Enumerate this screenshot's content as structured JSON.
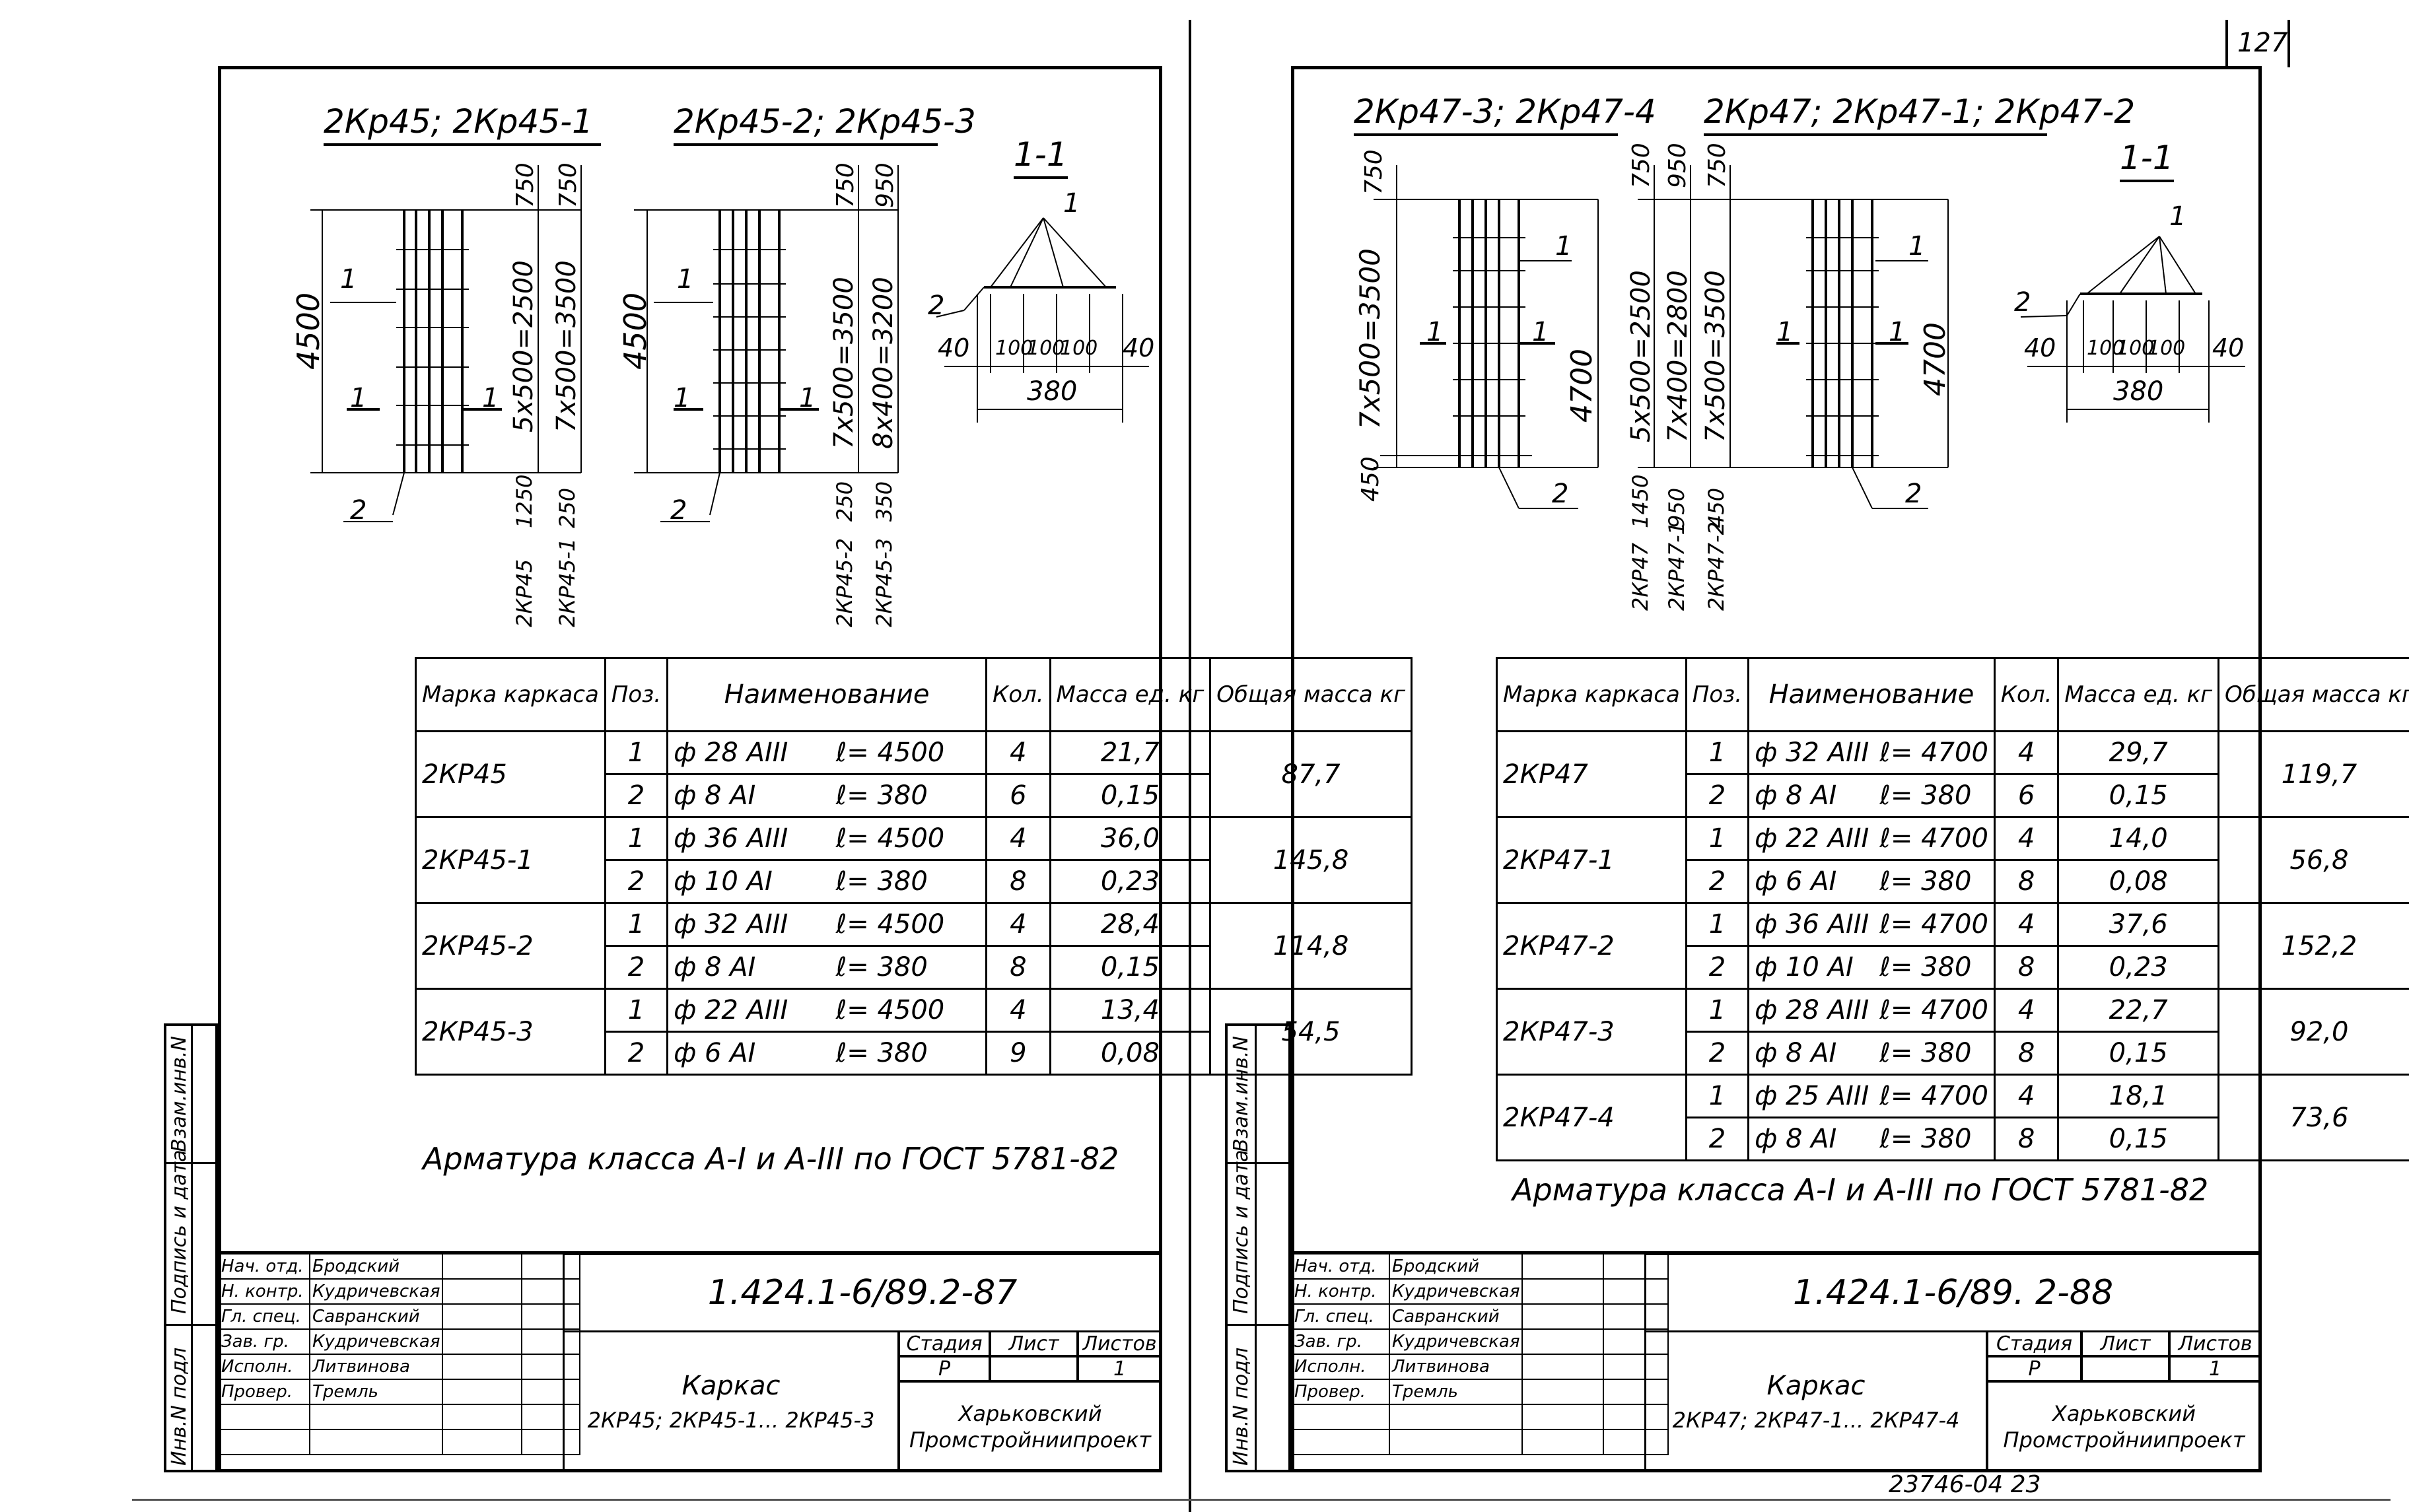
{
  "page_number": "127",
  "footer_code": "23746-04 23",
  "side_strip": {
    "inv_podl": "Инв.N подл",
    "podpis_data": "Подпись и дата",
    "vzam_inv": "Взам.инв.N"
  },
  "left": {
    "title_a": "2Кр45; 2Кр45-1",
    "title_b": "2Кр45-2; 2Кр45-3",
    "section": "1-1",
    "dims": {
      "height": "4500",
      "top_a": "750",
      "top_b": "750",
      "mid_a": "5x500=2500",
      "mid_b": "7x500=3500",
      "bot_a": "1250",
      "bot_b": "250",
      "lab_a": "2КР45",
      "lab_b": "2КР45-1",
      "top_c": "750",
      "top_d": "950",
      "mid_c": "7x500=3500",
      "mid_d": "8x400=3200",
      "bot_c": "250",
      "bot_d": "350",
      "lab_c": "2КР45-2",
      "lab_d": "2КР45-3",
      "sec_40a": "40",
      "sec_100a": "100",
      "sec_100b": "100",
      "sec_100c": "100",
      "sec_40b": "40",
      "sec_total": "380"
    },
    "marks": {
      "one": "1",
      "two": "2"
    },
    "spec": {
      "h_mark": "Марка каркаса",
      "h_pos": "Поз.",
      "h_name": "Наименование",
      "h_qty": "Кол.",
      "h_mass": "Масса ед. кг",
      "h_total": "Общая масса кг",
      "rows": [
        {
          "mark": "2КР45",
          "total": "87,7",
          "items": [
            {
              "pos": "1",
              "d": "ф 28 АIII",
              "l": "ℓ= 4500",
              "q": "4",
              "m": "21,7"
            },
            {
              "pos": "2",
              "d": "ф 8 АI",
              "l": "ℓ= 380",
              "q": "6",
              "m": "0,15"
            }
          ]
        },
        {
          "mark": "2КР45-1",
          "total": "145,8",
          "items": [
            {
              "pos": "1",
              "d": "ф 36 АIII",
              "l": "ℓ= 4500",
              "q": "4",
              "m": "36,0"
            },
            {
              "pos": "2",
              "d": "ф 10 АI",
              "l": "ℓ= 380",
              "q": "8",
              "m": "0,23"
            }
          ]
        },
        {
          "mark": "2КР45-2",
          "total": "114,8",
          "items": [
            {
              "pos": "1",
              "d": "ф 32 АIII",
              "l": "ℓ= 4500",
              "q": "4",
              "m": "28,4"
            },
            {
              "pos": "2",
              "d": "ф 8 АI",
              "l": "ℓ= 380",
              "q": "8",
              "m": "0,15"
            }
          ]
        },
        {
          "mark": "2КР45-3",
          "total": "54,5",
          "items": [
            {
              "pos": "1",
              "d": "ф 22 АIII",
              "l": "ℓ= 4500",
              "q": "4",
              "m": "13,4"
            },
            {
              "pos": "2",
              "d": "ф 6 АI",
              "l": "ℓ= 380",
              "q": "9",
              "m": "0,08"
            }
          ]
        }
      ]
    },
    "note": "Арматура класса А-I и А-III по ГОСТ 5781-82",
    "stamp": {
      "code": "1.424.1-6/89.2-87",
      "roles": [
        "Нач. отд.",
        "Н. контр.",
        "Гл. спец.",
        "Зав. гр.",
        "Исполн.",
        "Провер."
      ],
      "names": [
        "Бродский",
        "Кудричевская",
        "Савранский",
        "Кудричевская",
        "Литвинова",
        "Тремль"
      ],
      "object": "Каркас",
      "object2": "2КР45; 2КР45-1... 2КР45-3",
      "stage_h": "Стадия",
      "sheet_h": "Лист",
      "sheets_h": "Листов",
      "stage": "Р",
      "sheets": "1",
      "org": "Харьковский Промстройниипроект"
    }
  },
  "right": {
    "title_a": "2Кр47-3; 2Кр47-4",
    "title_b": "2Кр47; 2Кр47-1; 2Кр47-2",
    "section": "1-1",
    "dims": {
      "top_a": "750",
      "mid_a": "7x500=3500",
      "bot_a": "450",
      "height_a": "4700",
      "top_b": "750",
      "top_c": "950",
      "top_d": "750",
      "mid_b": "5x500=2500",
      "mid_c": "7x400=2800",
      "mid_d": "7x500=3500",
      "bot_b": "1450",
      "bot_c": "950",
      "bot_d": "450",
      "lab_b": "2КР47",
      "lab_c": "2КР47-1",
      "lab_d": "2КР47-2",
      "height_b": "4700",
      "sec_40a": "40",
      "sec_100a": "100",
      "sec_100b": "100",
      "sec_100c": "100",
      "sec_40b": "40",
      "sec_total": "380"
    },
    "marks": {
      "one": "1",
      "two": "2"
    },
    "spec": {
      "h_mark": "Марка каркаса",
      "h_pos": "Поз.",
      "h_name": "Наименование",
      "h_qty": "Кол.",
      "h_mass": "Масса ед. кг",
      "h_total": "Общая масса кг",
      "rows": [
        {
          "mark": "2КР47",
          "total": "119,7",
          "items": [
            {
              "pos": "1",
              "d": "ф 32 АIII",
              "l": "ℓ= 4700",
              "q": "4",
              "m": "29,7"
            },
            {
              "pos": "2",
              "d": "ф 8 АI",
              "l": "ℓ= 380",
              "q": "6",
              "m": "0,15"
            }
          ]
        },
        {
          "mark": "2КР47-1",
          "total": "56,8",
          "items": [
            {
              "pos": "1",
              "d": "ф 22 АIII",
              "l": "ℓ= 4700",
              "q": "4",
              "m": "14,0"
            },
            {
              "pos": "2",
              "d": "ф 6 АI",
              "l": "ℓ= 380",
              "q": "8",
              "m": "0,08"
            }
          ]
        },
        {
          "mark": "2КР47-2",
          "total": "152,2",
          "items": [
            {
              "pos": "1",
              "d": "ф 36 АIII",
              "l": "ℓ= 4700",
              "q": "4",
              "m": "37,6"
            },
            {
              "pos": "2",
              "d": "ф 10 АI",
              "l": "ℓ= 380",
              "q": "8",
              "m": "0,23"
            }
          ]
        },
        {
          "mark": "2КР47-3",
          "total": "92,0",
          "items": [
            {
              "pos": "1",
              "d": "ф 28 АIII",
              "l": "ℓ= 4700",
              "q": "4",
              "m": "22,7"
            },
            {
              "pos": "2",
              "d": "ф 8 АI",
              "l": "ℓ= 380",
              "q": "8",
              "m": "0,15"
            }
          ]
        },
        {
          "mark": "2КР47-4",
          "total": "73,6",
          "items": [
            {
              "pos": "1",
              "d": "ф 25 АIII",
              "l": "ℓ= 4700",
              "q": "4",
              "m": "18,1"
            },
            {
              "pos": "2",
              "d": "ф 8 АI",
              "l": "ℓ= 380",
              "q": "8",
              "m": "0,15"
            }
          ]
        }
      ]
    },
    "note": "Арматура класса А-I и А-III по ГОСТ 5781-82",
    "stamp": {
      "code": "1.424.1-6/89. 2-88",
      "roles": [
        "Нач. отд.",
        "Н. контр.",
        "Гл. спец.",
        "Зав. гр.",
        "Исполн.",
        "Провер."
      ],
      "names": [
        "Бродский",
        "Кудричевская",
        "Савранский",
        "Кудричевская",
        "Литвинова",
        "Тремль"
      ],
      "object": "Каркас",
      "object2": "2КР47; 2КР47-1... 2КР47-4",
      "stage_h": "Стадия",
      "sheet_h": "Лист",
      "sheets_h": "Листов",
      "stage": "Р",
      "sheets": "1",
      "org": "Харьковский Промстройниипроект"
    }
  }
}
